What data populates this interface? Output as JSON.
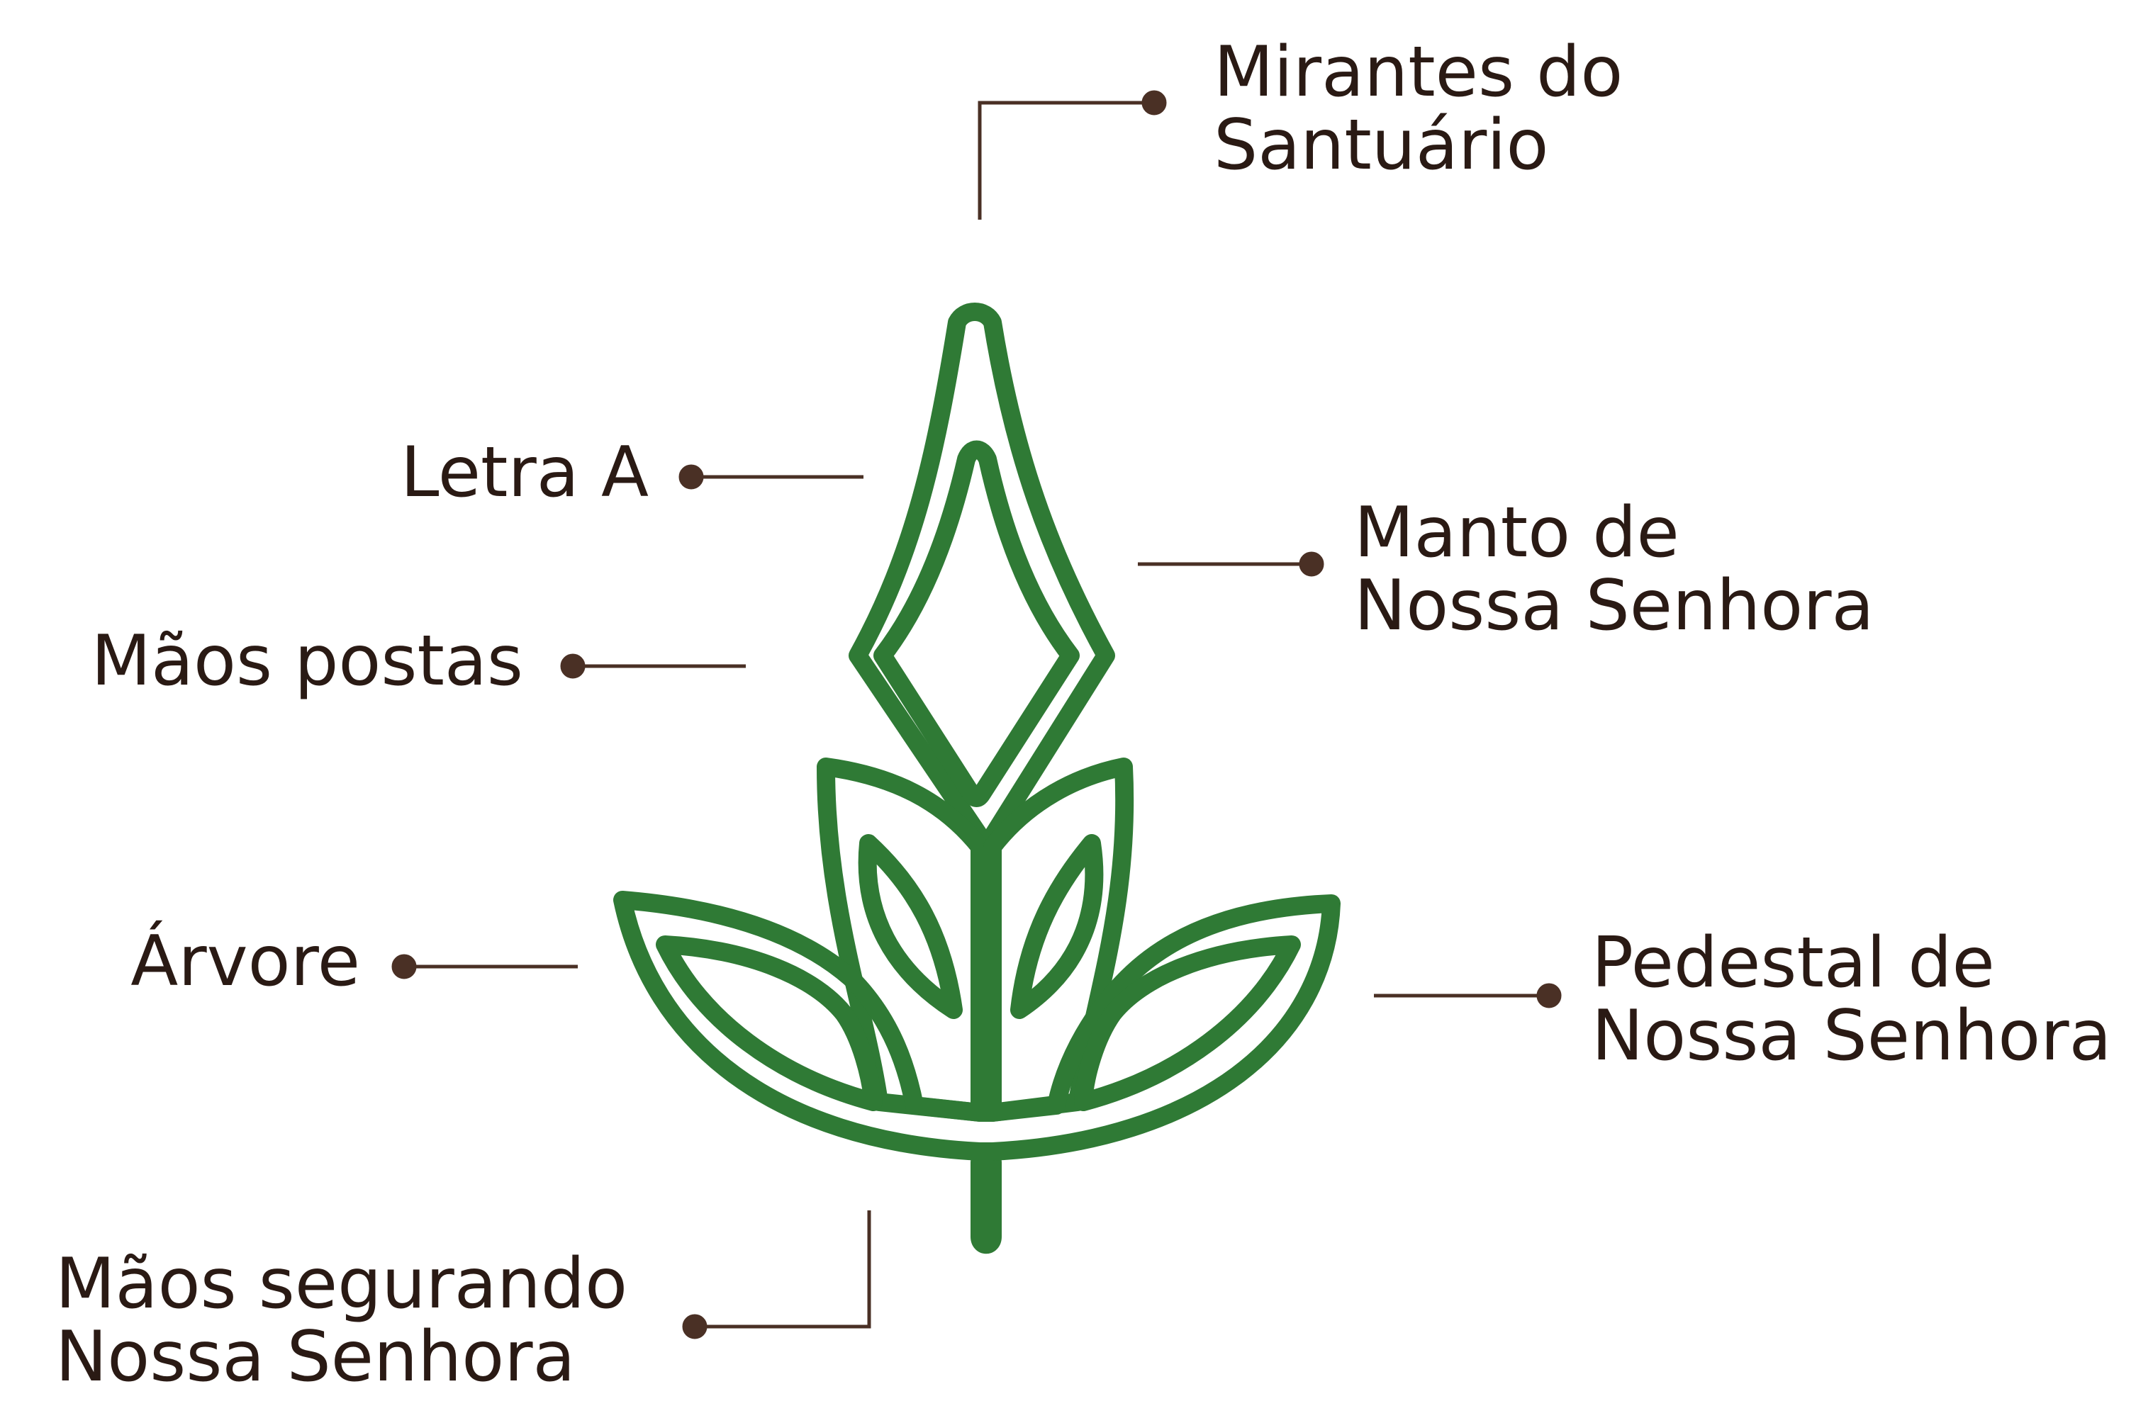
{
  "colors": {
    "label_text": "#2a1a14",
    "leader_line": "#4a3025",
    "emblem": "#2f7a35",
    "background": "#ffffff"
  },
  "labels": {
    "mirantes": {
      "line1": "Mirantes do",
      "line2": "Santuário"
    },
    "letra_a": {
      "line1": "Letra A"
    },
    "manto": {
      "line1": "Manto de",
      "line2": "Nossa Senhora"
    },
    "maos_postas": {
      "line1": "Mãos postas"
    },
    "arvore": {
      "line1": "Árvore"
    },
    "pedestal": {
      "line1": "Pedestal de",
      "line2": "Nossa Senhora"
    },
    "maos_segurando": {
      "line1": "Mãos segurando",
      "line2": "Nossa Senhora"
    }
  }
}
